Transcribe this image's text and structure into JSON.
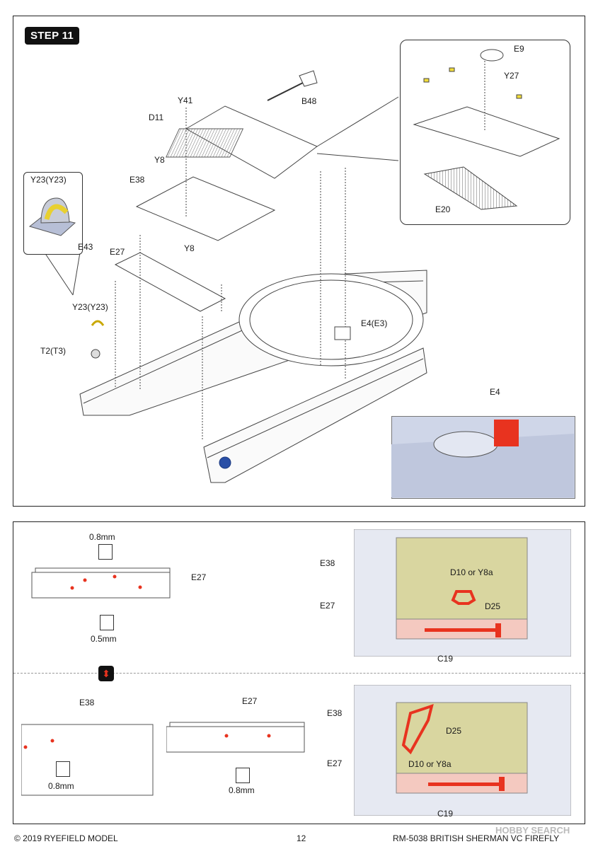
{
  "step": {
    "label": "STEP 11"
  },
  "upper": {
    "labels": {
      "e9": "E9",
      "y27": "Y27",
      "b48": "B48",
      "y41": "Y41",
      "d11": "D11",
      "y8_top": "Y8",
      "e38": "E38",
      "y23_box": "Y23(Y23)",
      "e43": "E43",
      "e27": "E27",
      "y8_mid": "Y8",
      "y23_lower": "Y23(Y23)",
      "t2": "T2(T3)",
      "e4e3": "E4(E3)",
      "e20": "E20",
      "e4": "E4"
    }
  },
  "lower": {
    "top_row": {
      "drill_top": "0.8mm",
      "drill_bottom": "0.5mm",
      "e27": "E27",
      "e38_right": "E38",
      "e27_right": "E27",
      "d10": "D10 or Y8a",
      "d25": "D25",
      "c19": "C19"
    },
    "bottom_row": {
      "e38": "E38",
      "e27": "E27",
      "drill_left": "0.8mm",
      "drill_right": "0.8mm",
      "e38_right": "E38",
      "d25": "D25",
      "d10": "D10 or Y8a",
      "e27_right": "E27",
      "c19": "C19"
    }
  },
  "footer": {
    "copyright": "© 2019 RYEFIELD MODEL",
    "page": "12",
    "product": "RM-5038 BRITISH SHERMAN VC FIREFLY",
    "watermark": "HOBBY SEARCH"
  },
  "colors": {
    "accent_red": "#e8331f",
    "yellow_part": "#f2dd3a",
    "olive_plate": "#d9d6a0",
    "pink_plate": "#f4c9c0",
    "hull_gray": "#e6e9f2"
  }
}
